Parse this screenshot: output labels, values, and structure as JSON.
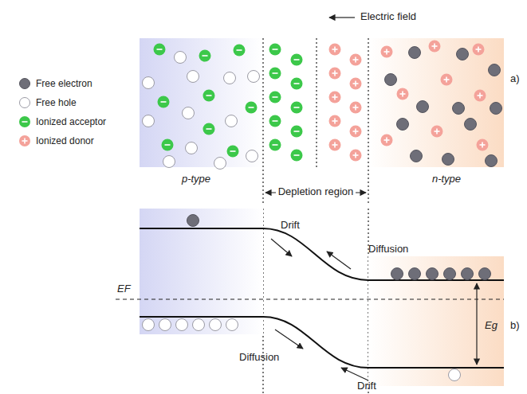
{
  "diagram": {
    "labels": [
      "Electric field",
      "a)",
      "p-type",
      "Depletion region",
      "n-type",
      "Drift",
      "Diffusion",
      "EF",
      "Eg",
      "Diffusion",
      "Drift",
      "b)"
    ],
    "legend": [
      {
        "text": "Free electron",
        "color": "#6e6e78"
      },
      {
        "text": "Free hole",
        "color": "#ffffff"
      },
      {
        "text": "Ionized acceptor",
        "color": "#3cc84a"
      },
      {
        "text": "Ionized donor",
        "color": "#f4a29a"
      }
    ]
  }
}
